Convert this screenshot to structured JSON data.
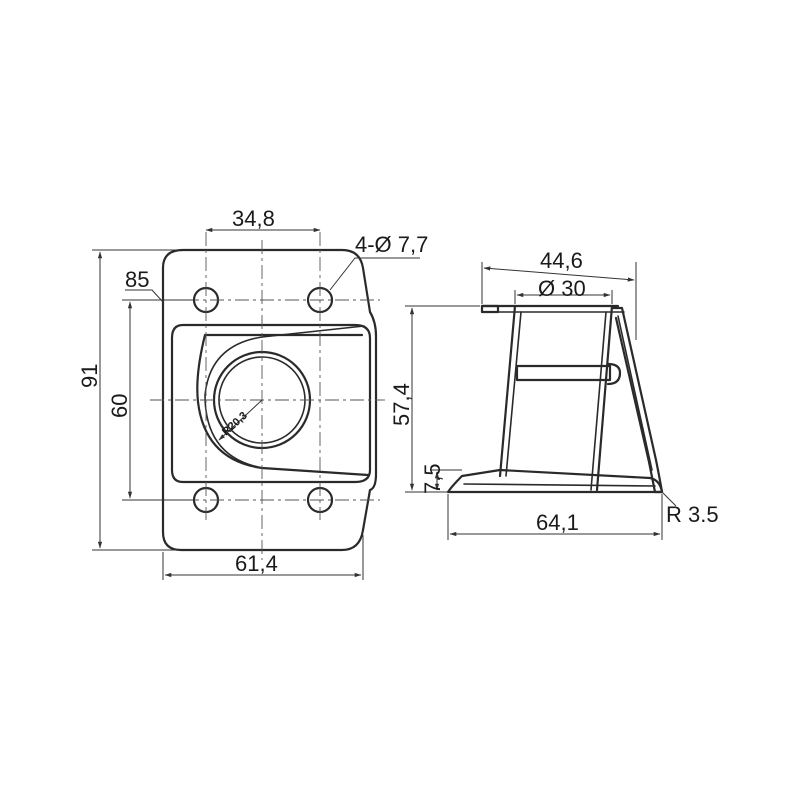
{
  "figure": {
    "front_view": {
      "hole_spacing": "34,8",
      "hole_callout": "4-Ø 7,7",
      "inner_length": "85",
      "overall_height": "91",
      "hole_height": "60",
      "bore_radius": "R20,3",
      "overall_width": "61,4"
    },
    "side_view": {
      "top_width": "44,6",
      "tube_diameter": "Ø 30",
      "height": "57,4",
      "base_thickness": "7,5",
      "base_length": "64,1",
      "bend_radius": "R 3.5"
    }
  }
}
